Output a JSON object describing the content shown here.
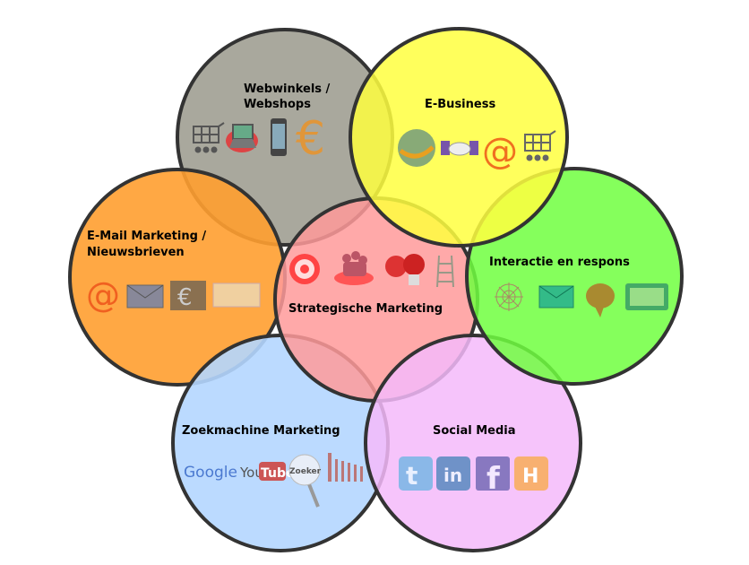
{
  "circles": {
    "webwinkels": {
      "label_line1": "Webwinkels /",
      "label_line2": "Webshops",
      "color": "#a4a398"
    },
    "ebusiness": {
      "label": "E-Business",
      "color": "#ffff40"
    },
    "email": {
      "label_line1": "E-Mail Marketing /",
      "label_line2": "Nieuwsbrieven",
      "color": "#ff9f30"
    },
    "interactie": {
      "label": "Interactie en respons",
      "color": "#70ff40"
    },
    "strategisch": {
      "label": "Strategische Marketing",
      "color": "#ff9a9a"
    },
    "zoekmachine": {
      "label": "Zoekmachine Marketing",
      "color": "#b4d6ff"
    },
    "social": {
      "label": "Social Media",
      "color": "#f4bafa"
    }
  },
  "logos": {
    "google": "Google",
    "youtube_you": "You",
    "youtube_tube": "Tube",
    "zoeker": "Zoeker",
    "linkedin": "in",
    "facebook": "f",
    "hyves": "H",
    "at": "@",
    "euro": "€"
  }
}
